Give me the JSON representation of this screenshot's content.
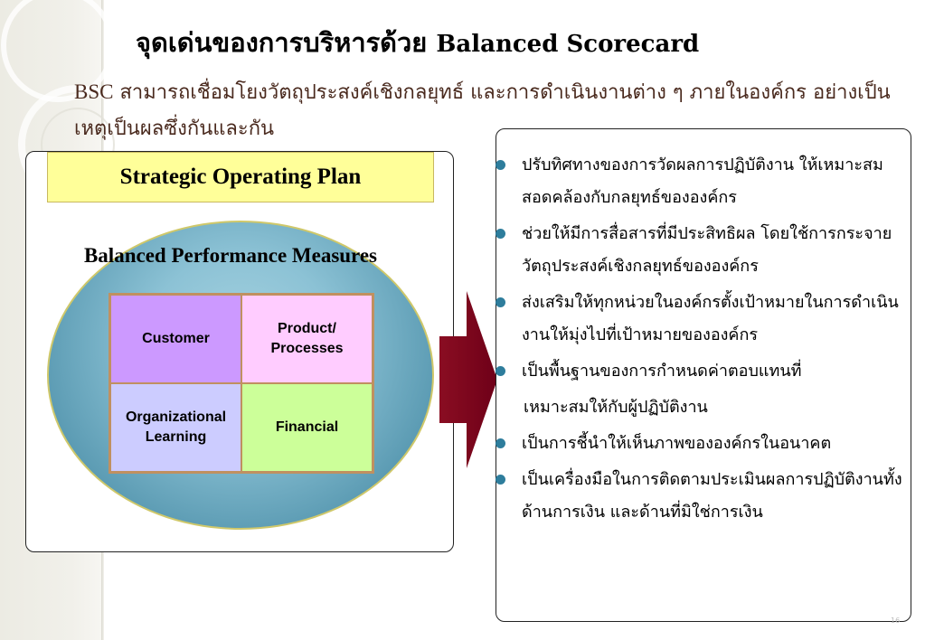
{
  "title": {
    "thai": "จุดเด่นของการบริหารด้วย",
    "english": "Balanced Scorecard"
  },
  "intro": {
    "abbr": "BSC",
    "text": "สามารถเชื่อมโยงวัตถุประสงค์เชิงกลยุทธ์ และการดำเนินงานต่าง ๆ ภายในองค์กร อย่างเป็นเหตุเป็นผลซึ่งกันและกัน"
  },
  "diagram": {
    "plan_label": "Strategic Operating Plan",
    "measures_label": "Balanced Performance Measures",
    "quadrants": [
      {
        "label": "Customer",
        "color": "#cc99ff"
      },
      {
        "label": "Product/\nProcesses",
        "color": "#ffccff"
      },
      {
        "label": "Organizational\nLearning",
        "color": "#ccccff"
      },
      {
        "label": "Financial",
        "color": "#ccff99"
      }
    ],
    "arrow_color": "#800020"
  },
  "benefits": [
    {
      "text": "ปรับทิศทางของการวัดผลการปฏิบัติงาน ให้เหมาะสมสอดคล้องกับกลยุทธ์ขององค์กร"
    },
    {
      "text": "ช่วยให้มีการสื่อสารที่มีประสิทธิผล โดยใช้การกระจายวัตถุประสงค์เชิงกลยุทธ์ขององค์กร"
    },
    {
      "text": "ส่งเสริมให้ทุกหน่วยในองค์กรตั้งเป้าหมายในการดำเนินงานให้มุ่งไปที่เป้าหมายขององค์กร"
    },
    {
      "text": "เป็นพื้นฐานของการกำหนดค่าตอบแทนที่"
    },
    {
      "text": "เหมาะสมให้กับผู้ปฏิบัติงาน"
    },
    {
      "text": "เป็นการชี้นำให้เห็นภาพขององค์กรในอนาคต"
    },
    {
      "text": "เป็นเครื่องมือในการติดตามประเมินผลการปฏิบัติงานทั้งด้านการเงิน และด้านที่มิใช่การเงิน"
    }
  ],
  "slide_number": "16",
  "accent_color": "#2e7d9c"
}
